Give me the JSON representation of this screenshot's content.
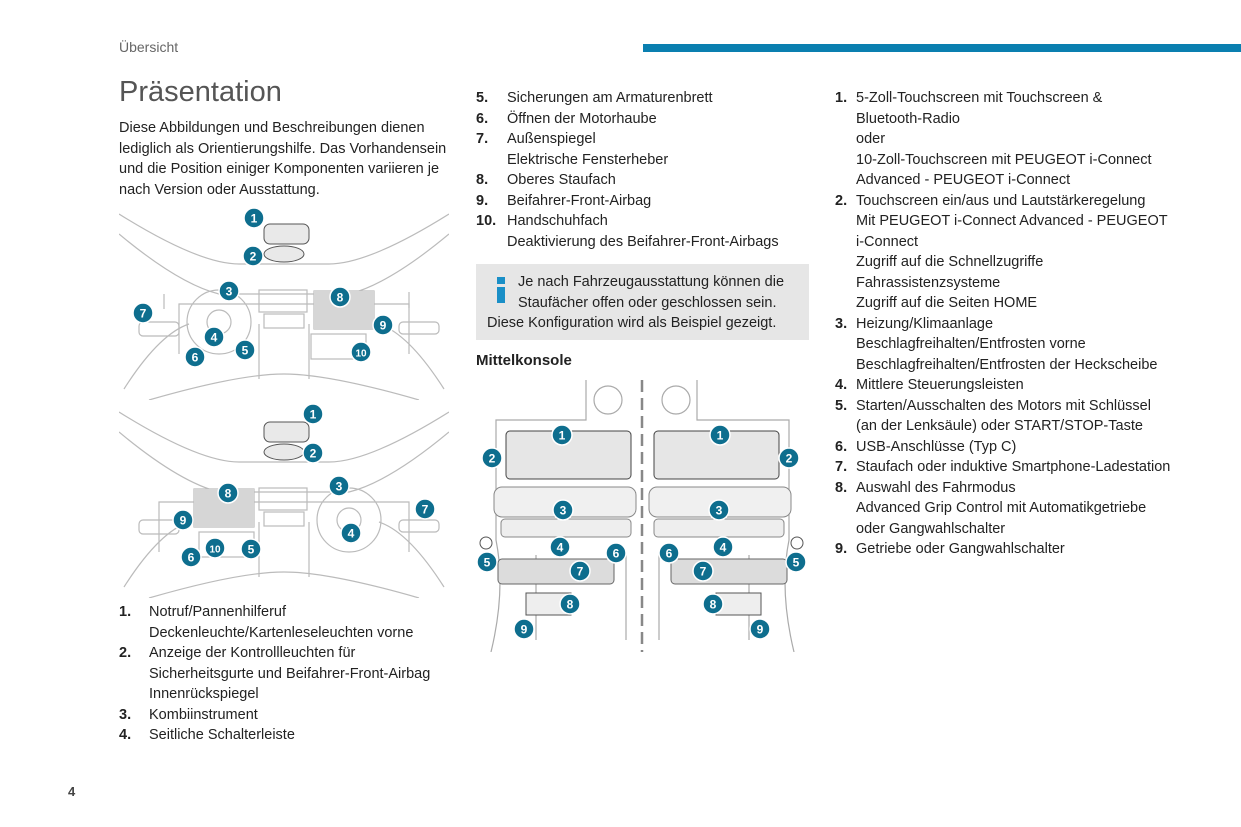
{
  "header": {
    "section": "Übersicht",
    "accent_color": "#0a7fb0"
  },
  "title": "Präsentation",
  "intro": "Diese Abbildungen und Beschreibungen dienen lediglich als Orientierungshilfe. Das Vorhandensein und die Position einiger Komponenten variieren je nach Version oder Ausstattung.",
  "dashboard_list_a": [
    {
      "num": "1.",
      "lines": [
        "Notruf/Pannenhilferuf",
        "Deckenleuchte/Kartenleseleuchten vorne"
      ]
    },
    {
      "num": "2.",
      "lines": [
        "Anzeige der Kontrollleuchten für",
        "Sicherheitsgurte und Beifahrer-Front-Airbag",
        "Innenrückspiegel"
      ]
    },
    {
      "num": "3.",
      "lines": [
        "Kombiinstrument"
      ]
    },
    {
      "num": "4.",
      "lines": [
        "Seitliche Schalterleiste"
      ]
    }
  ],
  "dashboard_list_b": [
    {
      "num": "5.",
      "lines": [
        "Sicherungen am Armaturenbrett"
      ]
    },
    {
      "num": "6.",
      "lines": [
        "Öffnen der Motorhaube"
      ]
    },
    {
      "num": "7.",
      "lines": [
        "Außenspiegel",
        "Elektrische Fensterheber"
      ]
    },
    {
      "num": "8.",
      "lines": [
        "Oberes Staufach"
      ]
    },
    {
      "num": "9.",
      "lines": [
        "Beifahrer-Front-Airbag"
      ]
    },
    {
      "num": "10.",
      "lines": [
        "Handschuhfach",
        "Deaktivierung des Beifahrer-Front-Airbags"
      ]
    }
  ],
  "info": {
    "icon": "info-icon",
    "line1": "Je nach Fahrzeugausstattung können die Staufächer offen oder geschlossen sein.",
    "line2": "Diese Konfiguration wird als Beispiel gezeigt."
  },
  "console_heading": "Mittelkonsole",
  "console_list": [
    {
      "num": "1.",
      "lines": [
        "5-Zoll-Touchscreen mit Touchscreen &",
        "Bluetooth-Radio",
        "oder",
        "10-Zoll-Touchscreen mit PEUGEOT i-Connect",
        "Advanced - PEUGEOT i-Connect"
      ]
    },
    {
      "num": "2.",
      "lines": [
        "Touchscreen ein/aus und Lautstärkeregelung",
        "Mit PEUGEOT i-Connect Advanced - PEUGEOT",
        "i-Connect",
        "Zugriff auf die Schnellzugriffe",
        "Fahrassistenzsysteme",
        "Zugriff auf die Seiten HOME"
      ]
    },
    {
      "num": "3.",
      "lines": [
        "Heizung/Klimaanlage",
        "Beschlagfreihalten/Entfrosten vorne",
        "Beschlagfreihalten/Entfrosten der Heckscheibe"
      ]
    },
    {
      "num": "4.",
      "lines": [
        "Mittlere Steuerungsleisten"
      ]
    },
    {
      "num": "5.",
      "lines": [
        "Starten/Ausschalten des Motors mit Schlüssel",
        "(an der Lenksäule) oder START/STOP-Taste"
      ]
    },
    {
      "num": "6.",
      "lines": [
        "USB-Anschlüsse (Typ C)"
      ]
    },
    {
      "num": "7.",
      "lines": [
        "Staufach oder induktive Smartphone-Ladestation"
      ]
    },
    {
      "num": "8.",
      "lines": [
        "Auswahl des Fahrmodus",
        "Advanced Grip Control mit Automatikgetriebe",
        "oder Gangwahlschalter"
      ]
    },
    {
      "num": "9.",
      "lines": [
        "Getriebe oder Gangwahlschalter"
      ]
    }
  ],
  "figures": {
    "marker_color": "#0e6e8e",
    "dashboard_lhd_markers": [
      "1",
      "2",
      "3",
      "4",
      "5",
      "6",
      "7",
      "8",
      "9",
      "10"
    ],
    "dashboard_rhd_markers": [
      "1",
      "2",
      "3",
      "4",
      "5",
      "6",
      "7",
      "8",
      "9",
      "10"
    ],
    "console_left_markers": [
      "1",
      "2",
      "3",
      "4",
      "5",
      "6",
      "7",
      "8",
      "9"
    ],
    "console_right_markers": [
      "1",
      "2",
      "3",
      "4",
      "5",
      "6",
      "7",
      "8",
      "9"
    ]
  },
  "page_number": "4"
}
